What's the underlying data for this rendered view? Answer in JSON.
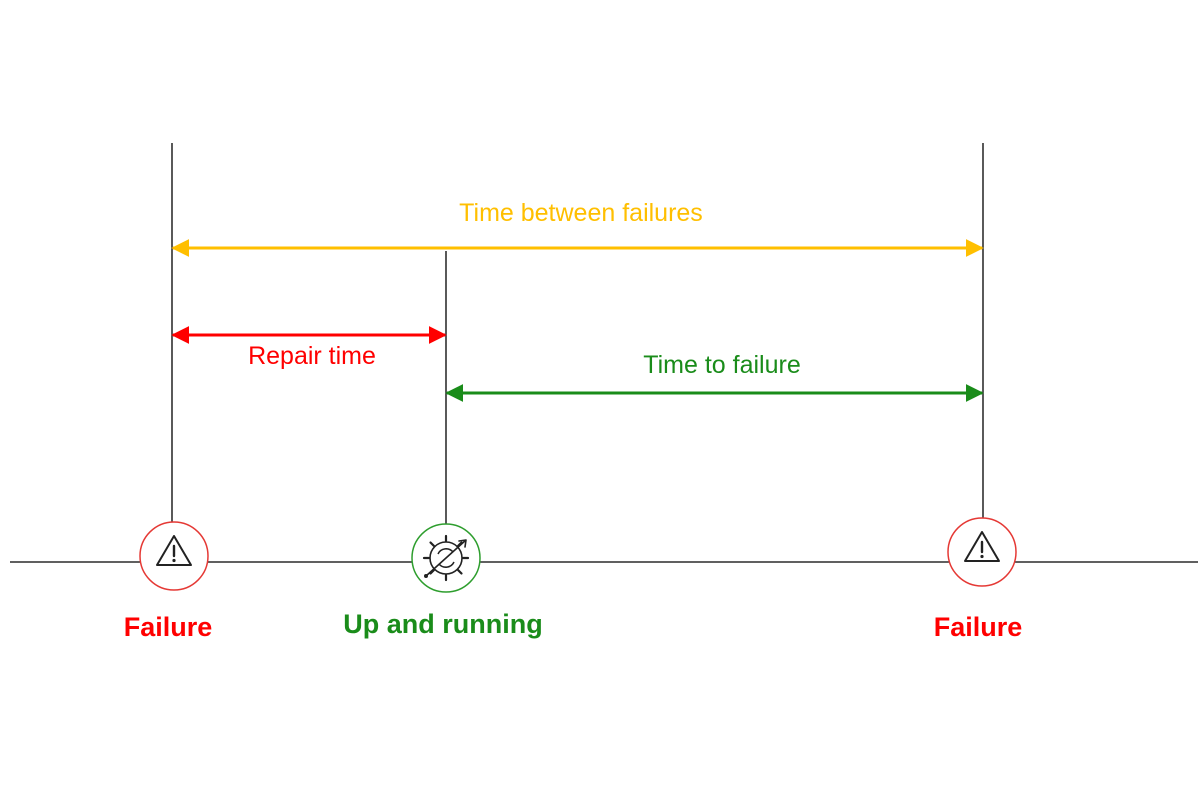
{
  "spans": {
    "between": {
      "label": "Time between failures"
    },
    "repair": {
      "label": "Repair time"
    },
    "to_failure": {
      "label": "Time to failure"
    }
  },
  "events": {
    "failure_left": {
      "label": "Failure",
      "icon": "warning-triangle-icon"
    },
    "running": {
      "label": "Up and running",
      "icon": "gear-refresh-icon"
    },
    "failure_right": {
      "label": "Failure",
      "icon": "warning-triangle-icon"
    }
  },
  "colors": {
    "between": "#ffbf00",
    "repair": "#ff0000",
    "to_failure": "#1a8c1a",
    "failure_text": "#ff0000",
    "running_text": "#1a8c1a",
    "line": "#000000",
    "failure_ring": "#e53935",
    "running_ring": "#2e9e2e"
  }
}
